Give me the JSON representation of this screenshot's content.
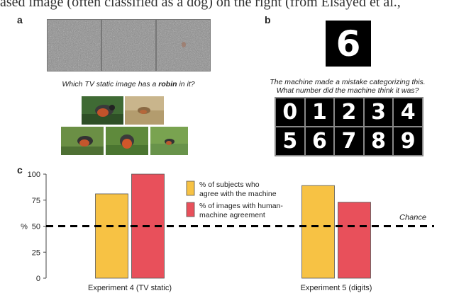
{
  "header_text": "ased image (often classified as a dog) on the right (from Elsayed et al.,",
  "panel_a": {
    "label": "a",
    "question_prefix": "Which TV static image has a ",
    "question_bold": "robin",
    "question_suffix": " in it?"
  },
  "panel_b": {
    "label": "b",
    "target_digit": "6",
    "caption_line1": "The machine made a mistake categorizing this.",
    "caption_line2": "What number did the machine think it was?",
    "digits": [
      "0",
      "1",
      "2",
      "3",
      "4",
      "5",
      "6",
      "7",
      "8",
      "9"
    ]
  },
  "panel_c": {
    "label": "c"
  },
  "colors": {
    "subjects_agree": "#f7c244",
    "images_agree": "#e8505b",
    "chance_line": "#000000"
  },
  "chart_data": {
    "type": "bar",
    "categories": [
      "Experiment 4 (TV static)",
      "Experiment 5 (digits)"
    ],
    "series": [
      {
        "name": "% of subjects who agree with the machine",
        "values": [
          81,
          89
        ]
      },
      {
        "name": "% of images with human-machine agreement",
        "values": [
          100,
          73
        ]
      }
    ],
    "legend_lines": [
      [
        "% of subjects who",
        "agree with the machine"
      ],
      [
        "% of images with human-",
        "machine agreement"
      ]
    ],
    "ylabel": "%",
    "yticks": [
      0,
      25,
      50,
      75,
      100
    ],
    "ylim": [
      0,
      100
    ],
    "chance_value": 50,
    "chance_label": "Chance",
    "grid": false,
    "legend_position": "top-center"
  }
}
